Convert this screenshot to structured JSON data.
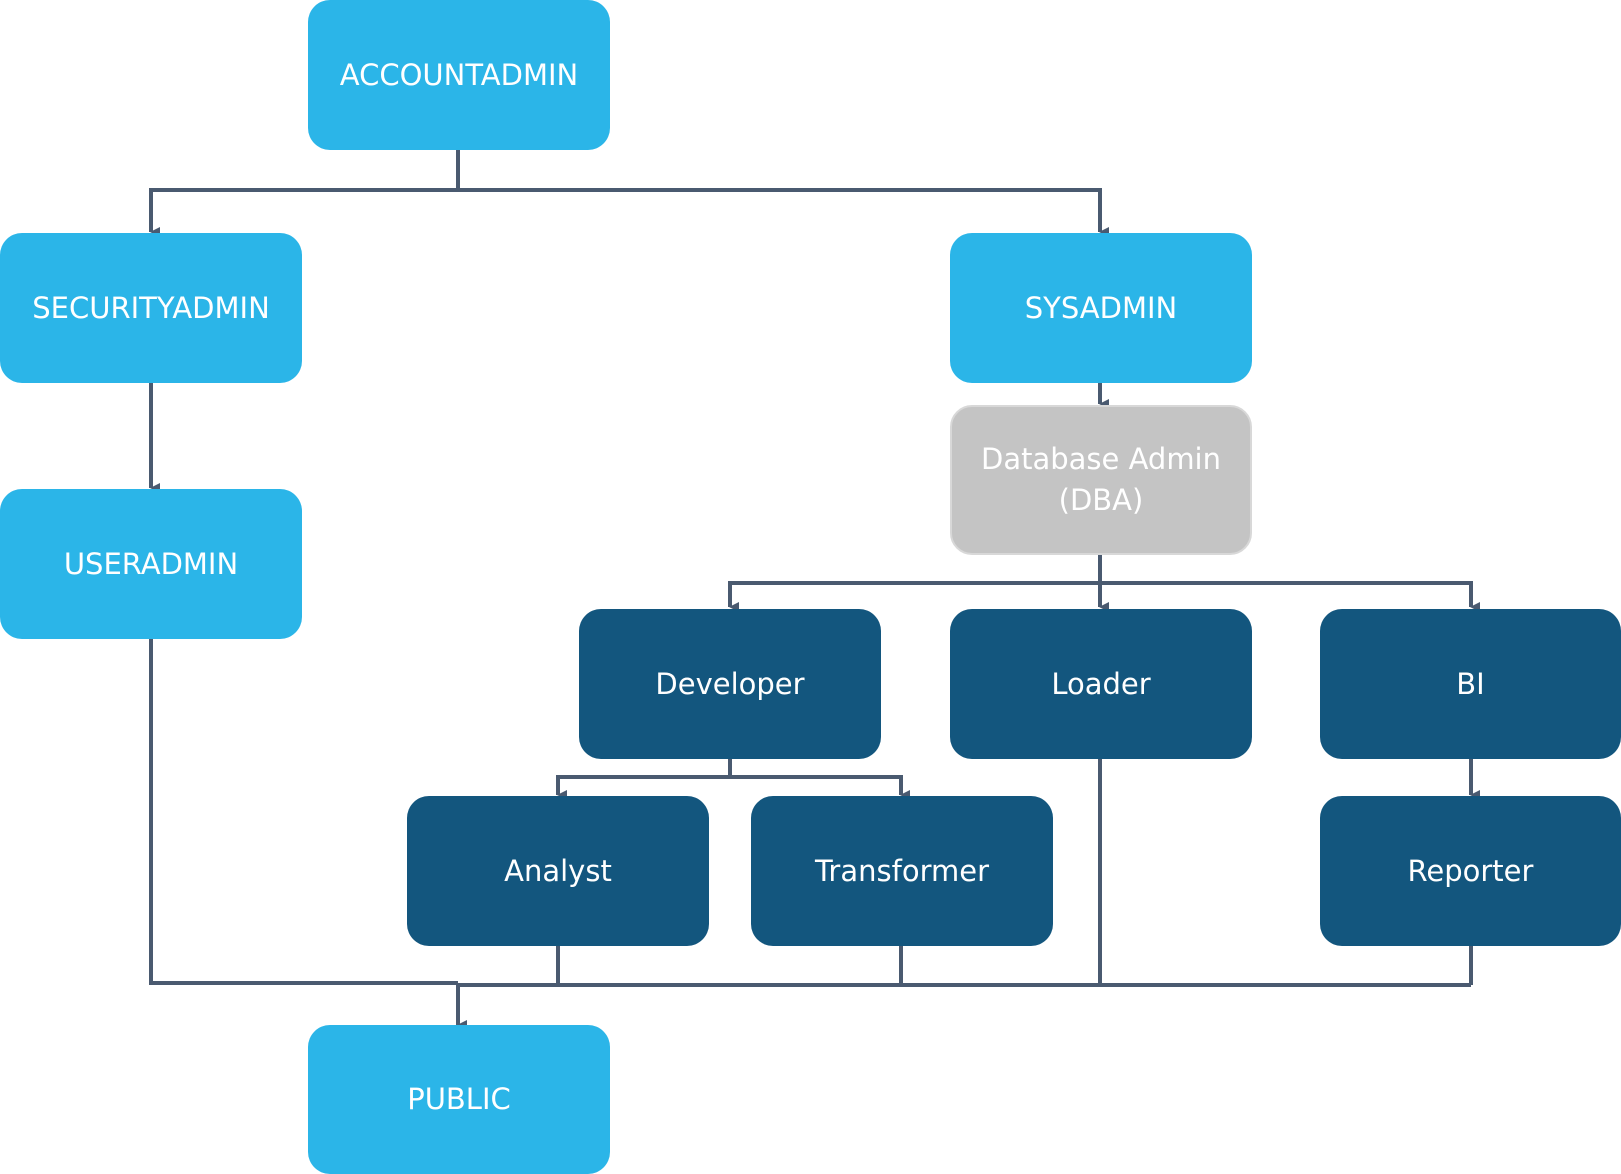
{
  "diagram": {
    "nodes": {
      "accountadmin": "ACCOUNTADMIN",
      "securityadmin": "SECURITYADMIN",
      "sysadmin": "SYSADMIN",
      "useradmin": "USERADMIN",
      "dba": "Database Admin\n(DBA)",
      "developer": "Developer",
      "loader": "Loader",
      "bi": "BI",
      "analyst": "Analyst",
      "transformer": "Transformer",
      "reporter": "Reporter",
      "public": "PUBLIC"
    },
    "colors": {
      "system_role": "#2bb5e8",
      "custom_role": "#13567e",
      "dba_role": "#c4c4c4",
      "connector": "#4a5a70",
      "text": "#ffffff"
    },
    "edges": [
      [
        "ACCOUNTADMIN",
        "SECURITYADMIN"
      ],
      [
        "ACCOUNTADMIN",
        "SYSADMIN"
      ],
      [
        "SECURITYADMIN",
        "USERADMIN"
      ],
      [
        "SYSADMIN",
        "Database Admin (DBA)"
      ],
      [
        "Database Admin (DBA)",
        "Developer"
      ],
      [
        "Database Admin (DBA)",
        "Loader"
      ],
      [
        "Database Admin (DBA)",
        "BI"
      ],
      [
        "Developer",
        "Analyst"
      ],
      [
        "Developer",
        "Transformer"
      ],
      [
        "BI",
        "Reporter"
      ],
      [
        "USERADMIN",
        "PUBLIC"
      ],
      [
        "Analyst",
        "PUBLIC"
      ],
      [
        "Transformer",
        "PUBLIC"
      ],
      [
        "Loader",
        "PUBLIC"
      ],
      [
        "Reporter",
        "PUBLIC"
      ]
    ]
  }
}
